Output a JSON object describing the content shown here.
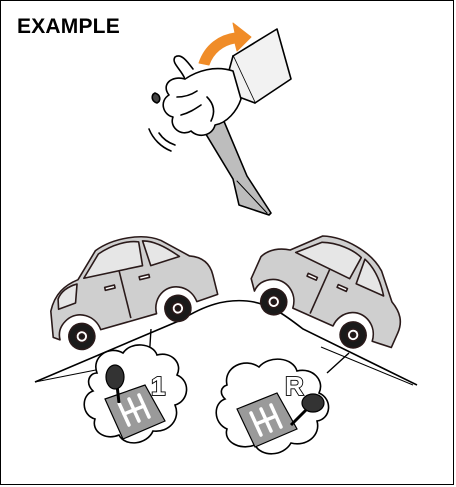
{
  "header": {
    "title": "EXAMPLE"
  },
  "gear_labels": {
    "low_gear": "1",
    "reverse_gear": "R"
  },
  "colors": {
    "arrow": "#f08c28",
    "car_body": "#cfcfcf",
    "car_outline": "#2a1a1a",
    "line": "#000000",
    "knob_glove": "#ffffff",
    "shifter_plate": "#9a9a9a"
  },
  "icons": [
    "hand-on-handbrake-icon",
    "rotation-arrow-icon",
    "car-uphill-icon",
    "car-downhill-icon",
    "gear-shift-1-icon",
    "gear-shift-r-icon"
  ]
}
